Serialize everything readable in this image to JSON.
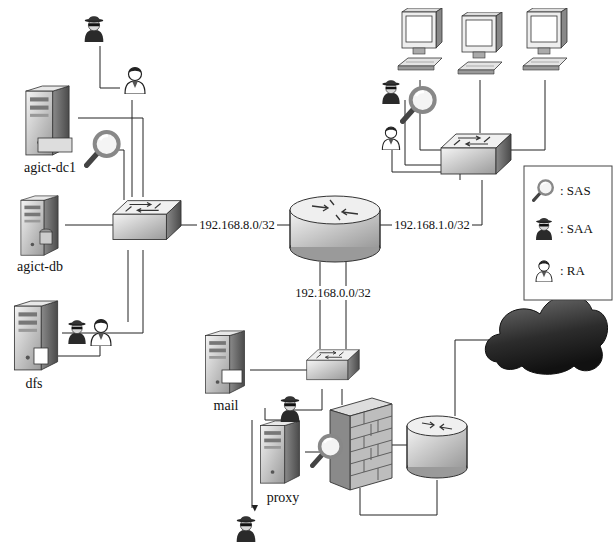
{
  "diagram": {
    "nodes": [
      {
        "text": [
          "agict-dc1"
        ]
      },
      {
        "text": [
          "agict-db"
        ]
      },
      {
        "text": [
          "dfs"
        ]
      },
      {
        "text": [
          "mail"
        ]
      },
      {
        "text": [
          "proxy"
        ]
      }
    ],
    "labels": [
      "192.168.8.0/32",
      "192.168.1.0/32",
      "192.168.0.0/32"
    ],
    "legend": [
      {
        "text": ": SAS"
      },
      {
        "text": ": SAA"
      },
      {
        "text": ": RA"
      }
    ]
  }
}
